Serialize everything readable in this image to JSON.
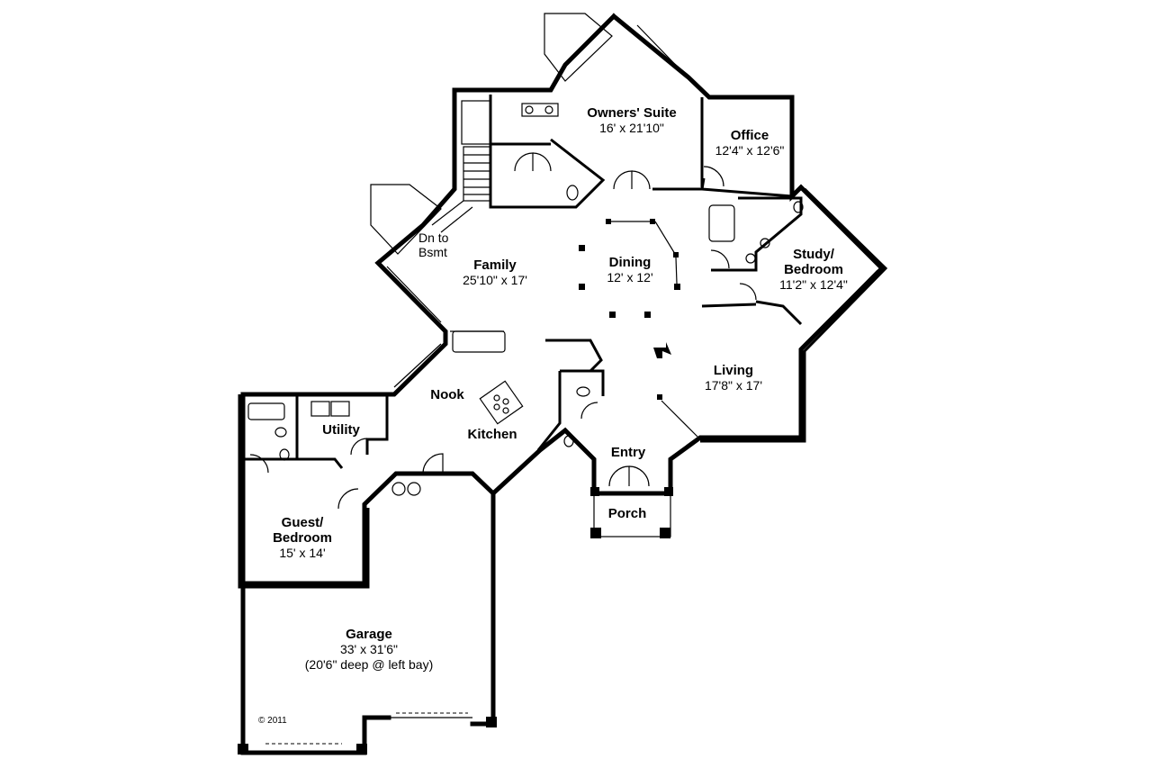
{
  "rooms": {
    "owners_suite": {
      "name": "Owners' Suite",
      "dim": "16' x 21'10\""
    },
    "office": {
      "name": "Office",
      "dim": "12'4\" x 12'6\""
    },
    "study": {
      "name": "Study/\nBedroom",
      "name_l1": "Study/",
      "name_l2": "Bedroom",
      "dim": "11'2\" x 12'4\""
    },
    "family": {
      "name": "Family",
      "dim": "25'10\" x 17'"
    },
    "dining": {
      "name": "Dining",
      "dim": "12' x 12'"
    },
    "living": {
      "name": "Living",
      "dim": "17'8\" x 17'"
    },
    "nook": {
      "name": "Nook"
    },
    "kitchen": {
      "name": "Kitchen"
    },
    "utility": {
      "name": "Utility"
    },
    "entry": {
      "name": "Entry"
    },
    "porch": {
      "name": "Porch"
    },
    "guest": {
      "name_l1": "Guest/",
      "name_l2": "Bedroom",
      "dim": "15' x 14'"
    },
    "garage": {
      "name": "Garage",
      "dim": "33' x 31'6\"",
      "note": "(20'6\" deep @ left bay)"
    }
  },
  "stair_label": {
    "l1": "Dn to",
    "l2": "Bsmt"
  },
  "copyright": "© 2011"
}
